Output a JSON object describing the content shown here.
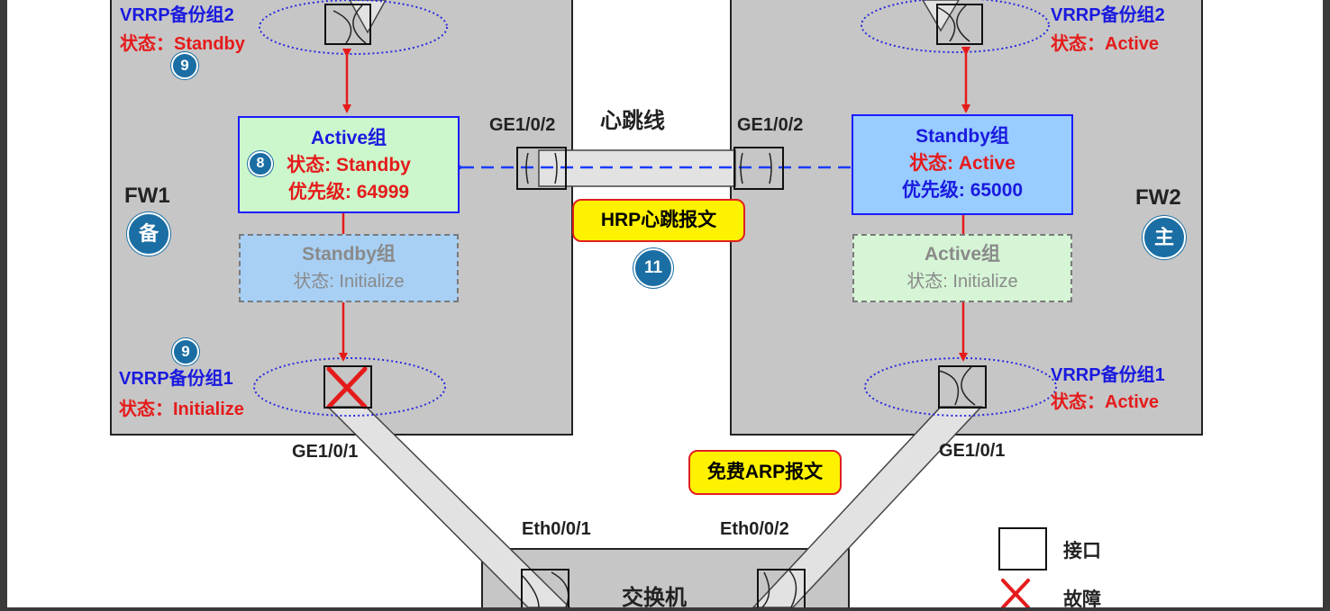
{
  "fw1": {
    "name": "FW1",
    "role_badge": "备",
    "vrrp2": {
      "title": "VRRP备份组2",
      "state": "状态：Standby"
    },
    "vrrp1": {
      "title": "VRRP备份组1",
      "state": "状态：Initialize"
    },
    "main_group": {
      "title": "Active组",
      "state": "状态: Standby",
      "priority": "优先级: 64999"
    },
    "ghost_group": {
      "title": "Standby组",
      "state": "状态: Initialize"
    },
    "port_heartbeat": "GE1/0/2",
    "port_down": "GE1/0/1",
    "step_badges": [
      "9",
      "8",
      "9"
    ]
  },
  "fw2": {
    "name": "FW2",
    "role_badge": "主",
    "vrrp2": {
      "title": "VRRP备份组2",
      "state": "状态：Active"
    },
    "vrrp1": {
      "title": "VRRP备份组1",
      "state": "状态：Active"
    },
    "main_group": {
      "title": "Standby组",
      "state": "状态: Active",
      "priority": "优先级: 65000"
    },
    "ghost_group": {
      "title": "Active组",
      "state": "状态: Initialize"
    },
    "port_heartbeat": "GE1/0/2",
    "port_down": "GE1/0/1"
  },
  "heartbeat_line_label": "心跳线",
  "hrp_message": "HRP心跳报文",
  "hrp_step_badge": "11",
  "arp_message": "免费ARP报文",
  "switch": {
    "name": "交换机",
    "port_left": "Eth0/0/1",
    "port_right": "Eth0/0/2"
  },
  "legend": {
    "interface": "接口",
    "fault": "故障"
  },
  "colors": {
    "active_fill": "#ccf7cc",
    "standby_fill": "#99ccff",
    "arrow_red": "#e51b1b",
    "dash_blue": "#1a3cff",
    "badge": "#1a6ea3",
    "highlight": "#fff200"
  }
}
